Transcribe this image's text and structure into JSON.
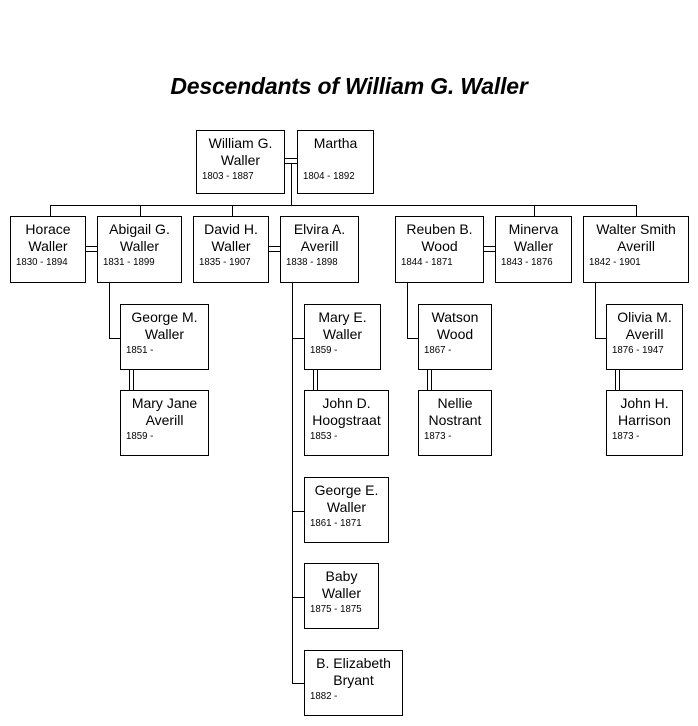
{
  "title": "Descendants of William G. Waller",
  "chart_data": {
    "type": "family-tree",
    "root_couple": [
      {
        "id": "william",
        "name": [
          "William G.",
          "Waller"
        ],
        "dates": "1803 - 1887"
      },
      {
        "id": "martha",
        "name": [
          "Martha",
          ""
        ],
        "dates": "1804 - 1892"
      }
    ],
    "children": [
      {
        "id": "horace",
        "name": [
          "Horace",
          "Waller"
        ],
        "dates": "1830 - 1894",
        "spouse_of": "abigail"
      },
      {
        "id": "abigail",
        "name": [
          "Abigail G.",
          "Waller"
        ],
        "dates": "1831 - 1899",
        "child_of_root": true
      },
      {
        "id": "david",
        "name": [
          "David H.",
          "Waller"
        ],
        "dates": "1835 - 1907",
        "child_of_root": true
      },
      {
        "id": "elvira",
        "name": [
          "Elvira A.",
          "Averill"
        ],
        "dates": "1838 - 1898",
        "spouse_of": "david"
      },
      {
        "id": "reuben",
        "name": [
          "Reuben B.",
          "Wood"
        ],
        "dates": "1844 - 1871",
        "spouse_of": "minerva"
      },
      {
        "id": "minerva",
        "name": [
          "Minerva",
          "Waller"
        ],
        "dates": "1843 - 1876",
        "child_of_root": true
      },
      {
        "id": "walter",
        "name": [
          "Walter Smith",
          "Averill"
        ],
        "dates": "1842 - 1901",
        "child_of_root": true
      }
    ],
    "grandchildren": [
      {
        "id": "george_m",
        "name": [
          "George M.",
          "Waller"
        ],
        "dates": "1851 -",
        "parents": [
          "horace",
          "abigail"
        ]
      },
      {
        "id": "mary_jane",
        "name": [
          "Mary Jane",
          "Averill"
        ],
        "dates": "1859 -",
        "spouse_of": "george_m"
      },
      {
        "id": "mary_e",
        "name": [
          "Mary E.",
          "Waller"
        ],
        "dates": "1859 -",
        "parents": [
          "david",
          "elvira"
        ]
      },
      {
        "id": "john_d",
        "name": [
          "John D.",
          "Hoogstraat"
        ],
        "dates": "1853 -",
        "spouse_of": "mary_e"
      },
      {
        "id": "george_e",
        "name": [
          "George E.",
          "Waller"
        ],
        "dates": "1861 - 1871",
        "parents": [
          "david",
          "elvira"
        ]
      },
      {
        "id": "baby",
        "name": [
          "Baby",
          "Waller"
        ],
        "dates": "1875 - 1875",
        "parents": [
          "david",
          "elvira"
        ]
      },
      {
        "id": "b_elizabeth",
        "name": [
          "B. Elizabeth",
          "Bryant"
        ],
        "dates": "1882 -",
        "parents": [
          "david",
          "elvira"
        ]
      },
      {
        "id": "watson",
        "name": [
          "Watson",
          "Wood"
        ],
        "dates": "1867 -",
        "parents": [
          "reuben",
          "minerva"
        ]
      },
      {
        "id": "nellie",
        "name": [
          "Nellie",
          "Nostrant"
        ],
        "dates": "1873 -",
        "spouse_of": "watson"
      },
      {
        "id": "olivia",
        "name": [
          "Olivia M.",
          "Averill"
        ],
        "dates": "1876 - 1947",
        "parents": [
          "walter"
        ]
      },
      {
        "id": "john_h",
        "name": [
          "John H.",
          "Harrison"
        ],
        "dates": "1873 -",
        "spouse_of": "olivia"
      }
    ]
  }
}
